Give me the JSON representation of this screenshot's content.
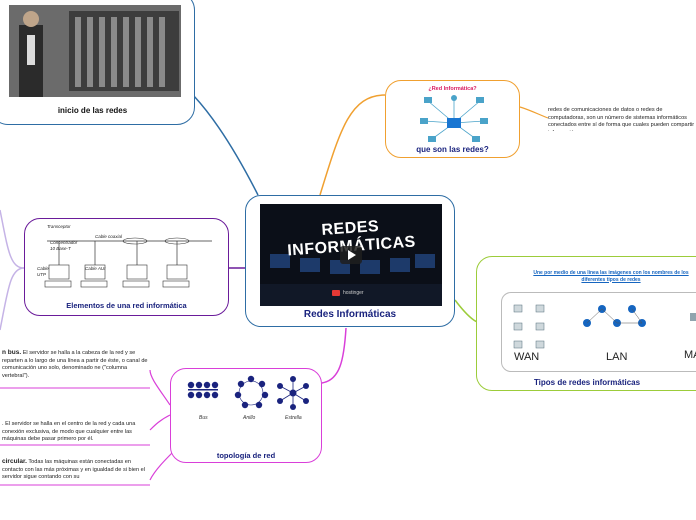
{
  "central": {
    "title": "Redes Informáticas",
    "video_title": "REDES INFORMÁTICAS",
    "video_channel": "hostinger"
  },
  "inicio": {
    "title": "inicio de las redes"
  },
  "que_son": {
    "title": "que son las redes?",
    "image_heading": "¿Red Informática?",
    "definition": "redes de comunicaciones de datos o redes de computadoras, son un número de sistemas informáticos conectados entre sí de forma que cuales pueden compartir información"
  },
  "elementos": {
    "title": "Elementos de una red informática",
    "labels": [
      "Transceptor",
      "Cable coaxial",
      "Concentrador 10 Base-T",
      "Cable UTP",
      "Cable AUI"
    ]
  },
  "tipos": {
    "title": "Tipos de redes informáticas",
    "instruction": "Une por medio de una línea las imágenes con los nombres de los diferentes tipos de redes",
    "network_types": [
      "WAN",
      "LAN",
      "MAN"
    ]
  },
  "topologia": {
    "title": "topología de red",
    "icons": [
      "Bus",
      "Anillo",
      "Estrella"
    ]
  },
  "left_notes": {
    "bus_bold": "n bus.",
    "bus_text": " El servidor se halla a la cabeza de la red y se reparten a lo largo de una línea a partir de éste, o canal de comunicación uno solo, denominado ne (\"columna vertebral\").",
    "star_bold": "",
    "star_text": ". El servidor se halla en el centro de la red y cada una conexión exclusiva, de modo que cualquier entre las máquinas debe pasar primero por él.",
    "ring_bold": " circular.",
    "ring_text": " Todas las máquinas están conectadas en contacto con las más próximas y en igualdad de si bien el servidor sigue contando con su"
  },
  "colors": {
    "blue": "#2e6da4",
    "orange": "#f0a030",
    "purple": "#6a1b9a",
    "green": "#9ccc3a",
    "magenta": "#d93fd9",
    "navy": "#1a237e",
    "lavender": "#c5b3e6"
  }
}
